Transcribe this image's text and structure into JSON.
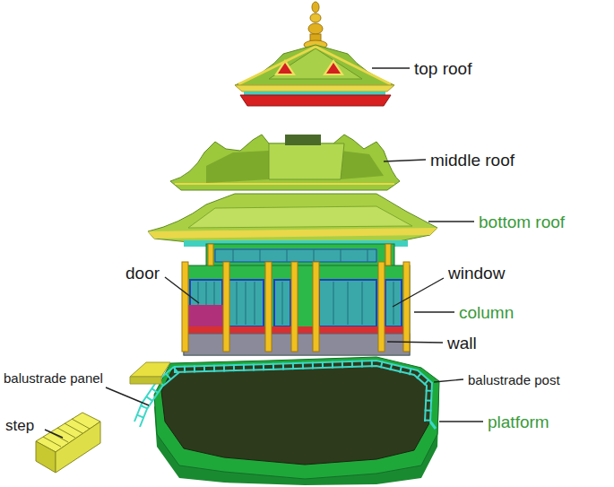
{
  "diagram": {
    "labels": [
      "top roof",
      "middle roof",
      "bottom roof",
      "door",
      "window",
      "column",
      "wall",
      "balustrade panel",
      "balustrade post",
      "step",
      "platform"
    ]
  }
}
